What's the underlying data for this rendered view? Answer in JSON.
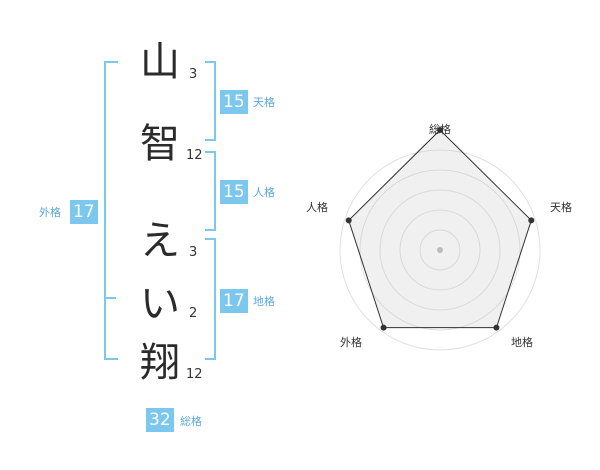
{
  "name_chars": [
    {
      "char": "山",
      "strokes": "3"
    },
    {
      "char": "智",
      "strokes": "12"
    },
    {
      "char": "え",
      "strokes": "3"
    },
    {
      "char": "い",
      "strokes": "2"
    },
    {
      "char": "翔",
      "strokes": "12"
    }
  ],
  "fortunes": {
    "tenkaku": {
      "value": "15",
      "label": "天格"
    },
    "jinkaku": {
      "value": "15",
      "label": "人格"
    },
    "chikaku": {
      "value": "17",
      "label": "地格"
    },
    "gaikaku": {
      "value": "17",
      "label": "外格"
    },
    "soukaku": {
      "value": "32",
      "label": "総格"
    }
  },
  "radar": {
    "axes": [
      "総格",
      "天格",
      "地格",
      "外格",
      "人格"
    ],
    "levels": [
      1.0,
      0.8,
      0.8,
      0.8,
      0.8
    ],
    "accent_color": "#7cc7ee"
  }
}
